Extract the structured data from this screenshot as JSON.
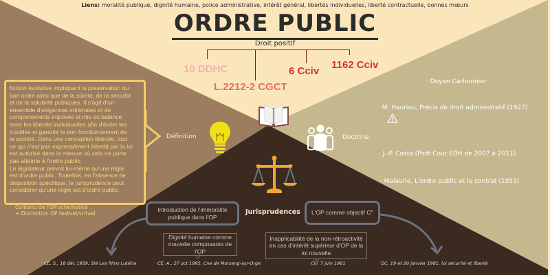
{
  "colors": {
    "cream": "#FBE6BC",
    "brown": "#9C7D5F",
    "tan": "#C6B88E",
    "dark": "#3A2A20",
    "yellow_border": "#F4CD6B",
    "grey_outline": "#6E7380",
    "red": "#D43333"
  },
  "header": {
    "links_label": "Liens:",
    "links_text": "moralité publique, dignité humaine, police administrative, intérêt général, libertés individuelles, liberté contractuelle, bonnes mœurs",
    "title": "ORDRE PUBLIC"
  },
  "droit_positif": {
    "label": "Droit positif",
    "articles": [
      "10 DDHC",
      "L.2212-2 CGCT",
      "6 Cciv",
      "1162 Cciv"
    ],
    "icon": "book-icon"
  },
  "definition": {
    "label": "Définition",
    "icon": "lightbulb-icon",
    "text_lines": [
      "Notion évolutive impliquant la préservation du",
      "bon ordre ainsi que de la sûreté, de la sécurité",
      "et de la salubrité publiques. Il s'agit d'un",
      "ensemble d'exigences minimales et de",
      "comportements imposés et mis en balance",
      "avec les libertés individuelles afin d'éviter les",
      "troubles et garantir le bon fonctionnement de",
      "la société. Dans une conception libérale, tout",
      "ce qui n'est pas expressément interdit par la loi",
      "est autorisé dans la mesure où cela ne porte",
      "pas atteinte à l'ordre public.",
      "Le législateur prévoit lui-même qu'une règle",
      "est d'ordre public. Toutefois, en l'absence de",
      "disposition spécifique, la jurisprudence peut",
      "considérer qu'une règle est d'ordre public."
    ],
    "note_line1": "Contenu de l'OP schématisé",
    "note_line2": "+ Distinction OP textuel/virtuel"
  },
  "doctrine": {
    "label": "Doctrine",
    "icon": "group-icon",
    "warning_icon": "warning-icon",
    "items": [
      "· Doyen Carbonnier",
      "· M. Hauriou, Précis de droit administratif (1927)",
      "· J.-P. Costa (Psdt Cour EDH de 2007 à 2011)",
      "· Malaurie, L'ordre public et le contrat (1953)"
    ]
  },
  "jurisprudences": {
    "label": "Jurisprudences",
    "icon": "scales-icon",
    "pill_left": "Introduction de l'immoralité publique dans l'OP",
    "pill_right": "L'OP comme objectif C°",
    "box_center": "Dignité humaine comme nouvelle composante de l'OP",
    "box_right": "Inapplicabilité de la non-rétroactivité en cas d'intérêt supérieur d'OP de la loi nouvelle",
    "cases": [
      "· CE, S., 18 déc 1959, Sté Les films Lutétia",
      "· CE, A., 27 oct 1995, Cne de Morsang-sur-Orge",
      "· Civ. 7 juin 1901",
      "· DC, 19 et 20 janvier 1981, loi sécurité et liberté"
    ]
  }
}
